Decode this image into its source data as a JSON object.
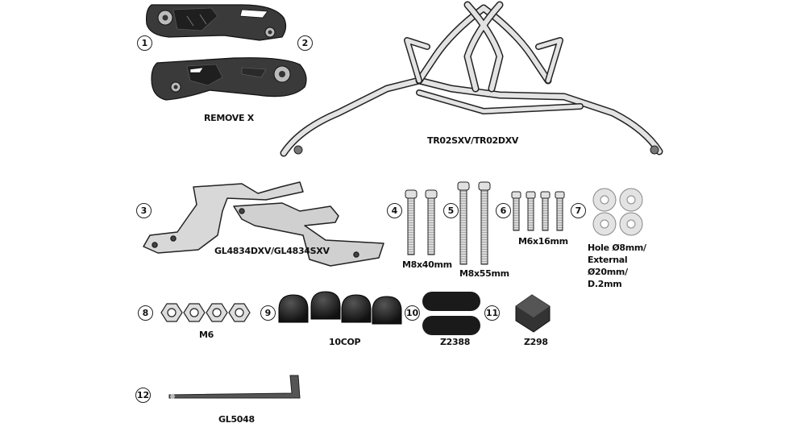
{
  "parts": [
    {
      "number": "1",
      "caption": ""
    },
    {
      "number": "2",
      "caption": "REMOVE X"
    },
    {
      "number": "",
      "caption": "TR02SXV/TR02DXV"
    },
    {
      "number": "3",
      "caption": "GL4834DXV/GL4834SXV"
    },
    {
      "number": "4",
      "caption": "M8x40mm"
    },
    {
      "number": "5",
      "caption": "M8x55mm"
    },
    {
      "number": "6",
      "caption": "M6x16mm"
    },
    {
      "number": "7",
      "caption": "Hole Ø8mm/ External Ø20mm/ D.2mm"
    },
    {
      "number": "8",
      "caption": "M6"
    },
    {
      "number": "9",
      "caption": "10COP"
    },
    {
      "number": "10",
      "caption": "Z2388"
    },
    {
      "number": "11",
      "caption": "Z298"
    },
    {
      "number": "12",
      "caption": "GL5048"
    }
  ]
}
